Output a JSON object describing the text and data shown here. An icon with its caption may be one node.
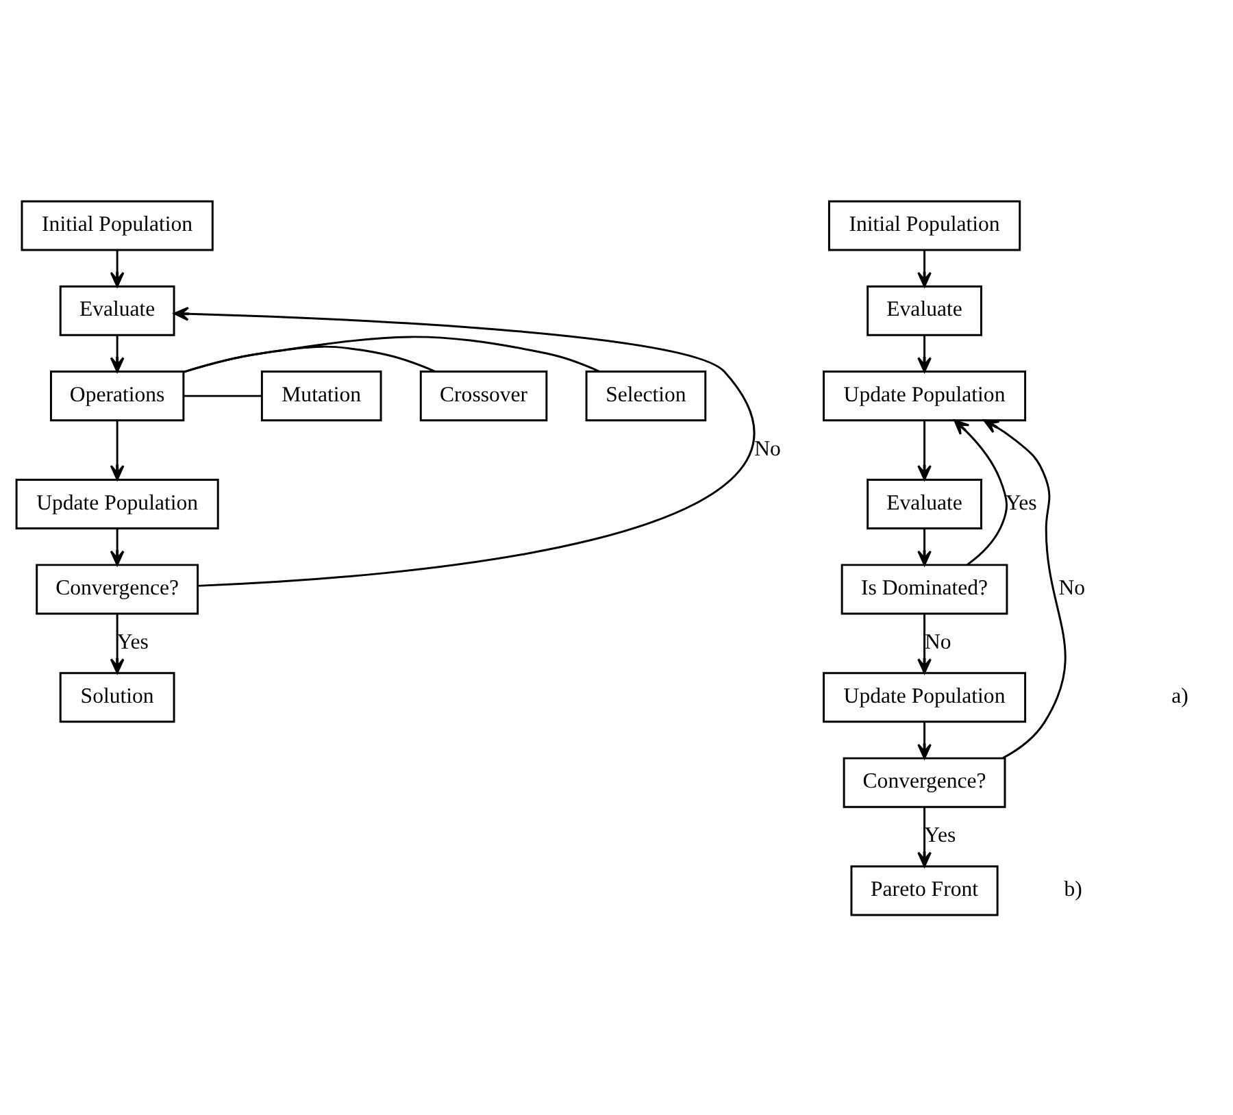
{
  "diagram": {
    "nodes": [
      {
        "text": [
          "Initial Population"
        ]
      },
      {
        "text": [
          "Evaluate"
        ]
      },
      {
        "text": [
          "Operations"
        ]
      },
      {
        "text": [
          "Selection"
        ]
      },
      {
        "text": [
          "Crossover"
        ]
      },
      {
        "text": [
          "Mutation"
        ]
      },
      {
        "text": [
          "Update Population"
        ]
      },
      {
        "text": [
          "Convergence?"
        ]
      },
      {
        "text": [
          "Solution"
        ]
      },
      {
        "text": [
          "Initial Population"
        ]
      },
      {
        "text": [
          "Evaluate"
        ]
      },
      {
        "text": [
          "Update Population"
        ]
      },
      {
        "text": [
          "Evaluate"
        ]
      },
      {
        "text": [
          "Is Dominated?"
        ]
      },
      {
        "text": [
          "Update Population"
        ]
      },
      {
        "text": [
          "Convergence?"
        ]
      },
      {
        "text": [
          "Pareto Front"
        ]
      }
    ],
    "edges": [
      {
        "from": 0,
        "to": 1,
        "arrow": "to"
      },
      {
        "from": 1,
        "to": 2,
        "arrow": "to"
      },
      {
        "from": 2,
        "to": 3,
        "arrow": "none"
      },
      {
        "from": 2,
        "to": 4,
        "arrow": "none"
      },
      {
        "from": 2,
        "to": 5,
        "arrow": "none"
      },
      {
        "from": 2,
        "to": 6,
        "arrow": "to"
      },
      {
        "from": 6,
        "to": 7,
        "arrow": "to"
      },
      {
        "from": 7,
        "to": 8,
        "arrow": "to",
        "label": "Yes"
      },
      {
        "from": 7,
        "to": 1,
        "arrow": "to",
        "label": "No"
      },
      {
        "from": 9,
        "to": 10,
        "arrow": "to"
      },
      {
        "from": 10,
        "to": 11,
        "arrow": "to"
      },
      {
        "from": 11,
        "to": 12,
        "arrow": "to"
      },
      {
        "from": 12,
        "to": 13,
        "arrow": "to"
      },
      {
        "from": 13,
        "to": 11,
        "arrow": "to",
        "label": "Yes"
      },
      {
        "from": 13,
        "to": 14,
        "arrow": "to",
        "label": "No"
      },
      {
        "from": 14,
        "to": 15,
        "arrow": "to"
      },
      {
        "from": 15,
        "to": 16,
        "arrow": "to",
        "label": "Yes"
      },
      {
        "from": 15,
        "to": 11,
        "arrow": "to",
        "label": "No"
      }
    ],
    "labels": [
      "a)",
      "b)"
    ]
  }
}
